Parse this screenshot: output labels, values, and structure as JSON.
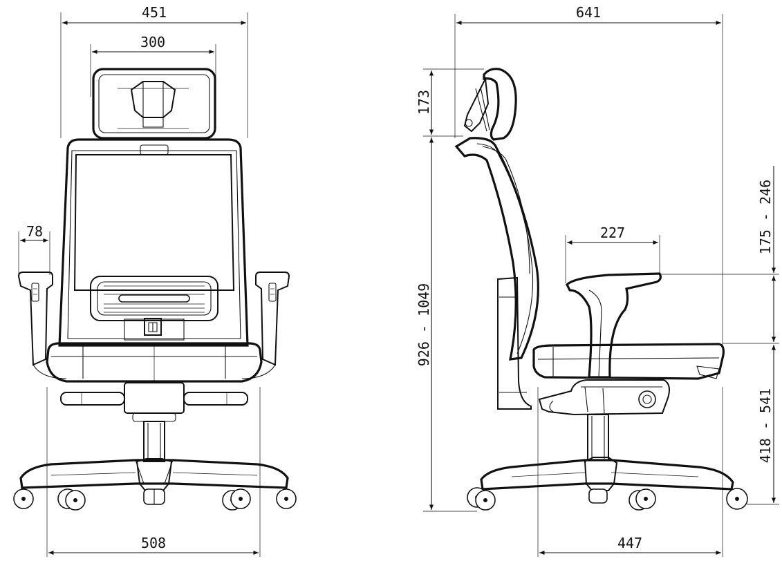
{
  "front_view": {
    "overall_width": "451",
    "headrest_width": "300",
    "armrest_width": "78",
    "base_width": "508"
  },
  "side_view": {
    "overall_depth": "641",
    "headrest_height": "173",
    "total_height": "926 - 1049",
    "armrest_depth": "227",
    "armrest_height": "175 - 246",
    "seat_height": "418 - 541",
    "seat_depth": "447"
  },
  "colors": {
    "line": "#111111",
    "background": "#ffffff"
  }
}
